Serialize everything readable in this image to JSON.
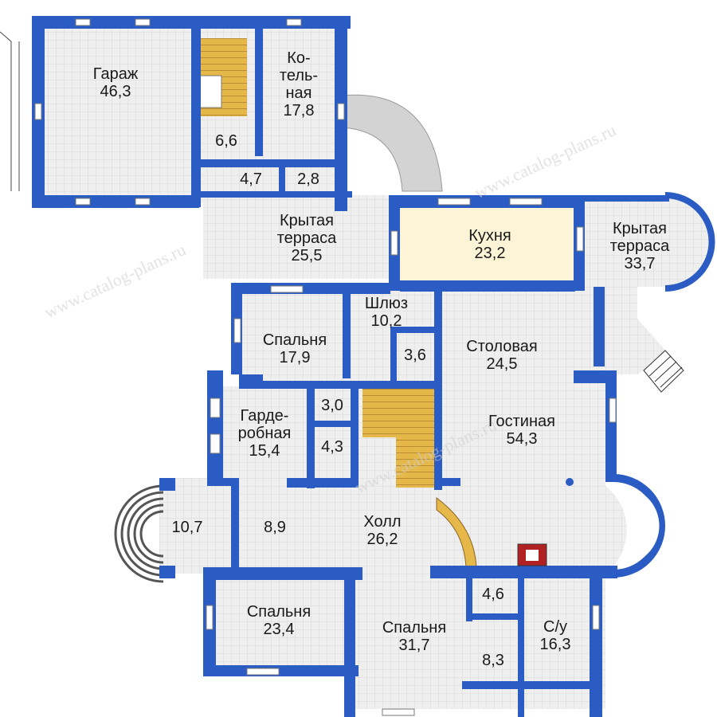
{
  "rooms": {
    "garage": {
      "name": "Гараж",
      "area": "46,3"
    },
    "boiler": {
      "name1": "Ко-",
      "name2": "тель-",
      "name3": "ная",
      "area": "17,8"
    },
    "store1": {
      "area": "6,6"
    },
    "store2": {
      "area": "4,7"
    },
    "store3": {
      "area": "2,8"
    },
    "terrace_w": {
      "name1": "Крытая",
      "name2": "терраса",
      "area": "25,5"
    },
    "kitchen": {
      "name": "Кухня",
      "area": "23,2"
    },
    "terrace_e": {
      "name1": "Крытая",
      "name2": "терраса",
      "area": "33,7"
    },
    "airlock": {
      "name": "Шлюз",
      "area": "10,2"
    },
    "bedroom1": {
      "name": "Спальня",
      "area": "17,9"
    },
    "closet1": {
      "area": "3,6"
    },
    "dining": {
      "name": "Столовая",
      "area": "24,5"
    },
    "wardrobe": {
      "name1": "Гарде-",
      "name2": "робная",
      "area": "15,4"
    },
    "closet2": {
      "area": "3,0"
    },
    "closet3": {
      "area": "4,3"
    },
    "living": {
      "name": "Гостиная",
      "area": "54,3"
    },
    "vestibule": {
      "area": "10,7"
    },
    "corridor": {
      "area": "8,9"
    },
    "hall": {
      "name": "Холл",
      "area": "26,2"
    },
    "bedroom2": {
      "name": "Спальня",
      "area": "23,4"
    },
    "bedroom3": {
      "name": "Спальня",
      "area": "31,7"
    },
    "closet4": {
      "area": "4,6"
    },
    "closet5": {
      "area": "8,3"
    },
    "bathroom": {
      "name": "С/у",
      "area": "16,3"
    }
  },
  "watermark": "www.catalog-plans.ru",
  "colors": {
    "wall": "#2a5cc4",
    "floor": "#eeeeee",
    "kitchen": "#fbf4d6",
    "stair": "#e6b84a"
  }
}
